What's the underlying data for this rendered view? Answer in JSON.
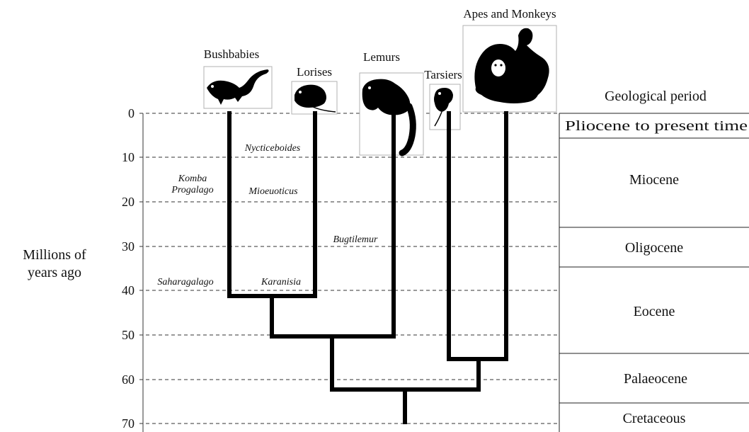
{
  "axis": {
    "title_line1": "Millions of",
    "title_line2": "years ago",
    "ticks": [
      "0",
      "10",
      "20",
      "30",
      "40",
      "50",
      "60",
      "70"
    ]
  },
  "taxa": {
    "bushbabies": "Bushbabies",
    "lorises": "Lorises",
    "lemurs": "Lemurs",
    "tarsiers": "Tarsiers",
    "apes": "Apes and Monkeys"
  },
  "fossils": {
    "nycticeboides": "Nycticeboides",
    "komba": "Komba",
    "progalago": "Progalago",
    "mioeuoticus": "Mioeuoticus",
    "bugtilemur": "Bugtilemur",
    "saharagalago": "Saharagalago",
    "karanisia": "Karanisia"
  },
  "periods": {
    "header": "Geological period",
    "pliocene": "Pliocene to present time",
    "miocene": "Miocene",
    "oligocene": "Oligocene",
    "eocene": "Eocene",
    "palaeocene": "Palaeocene",
    "cretaceous": "Cretaceous"
  },
  "colors": {
    "lines": "#000000",
    "grid": "#333333",
    "photo_border": "#b0b0b0"
  }
}
